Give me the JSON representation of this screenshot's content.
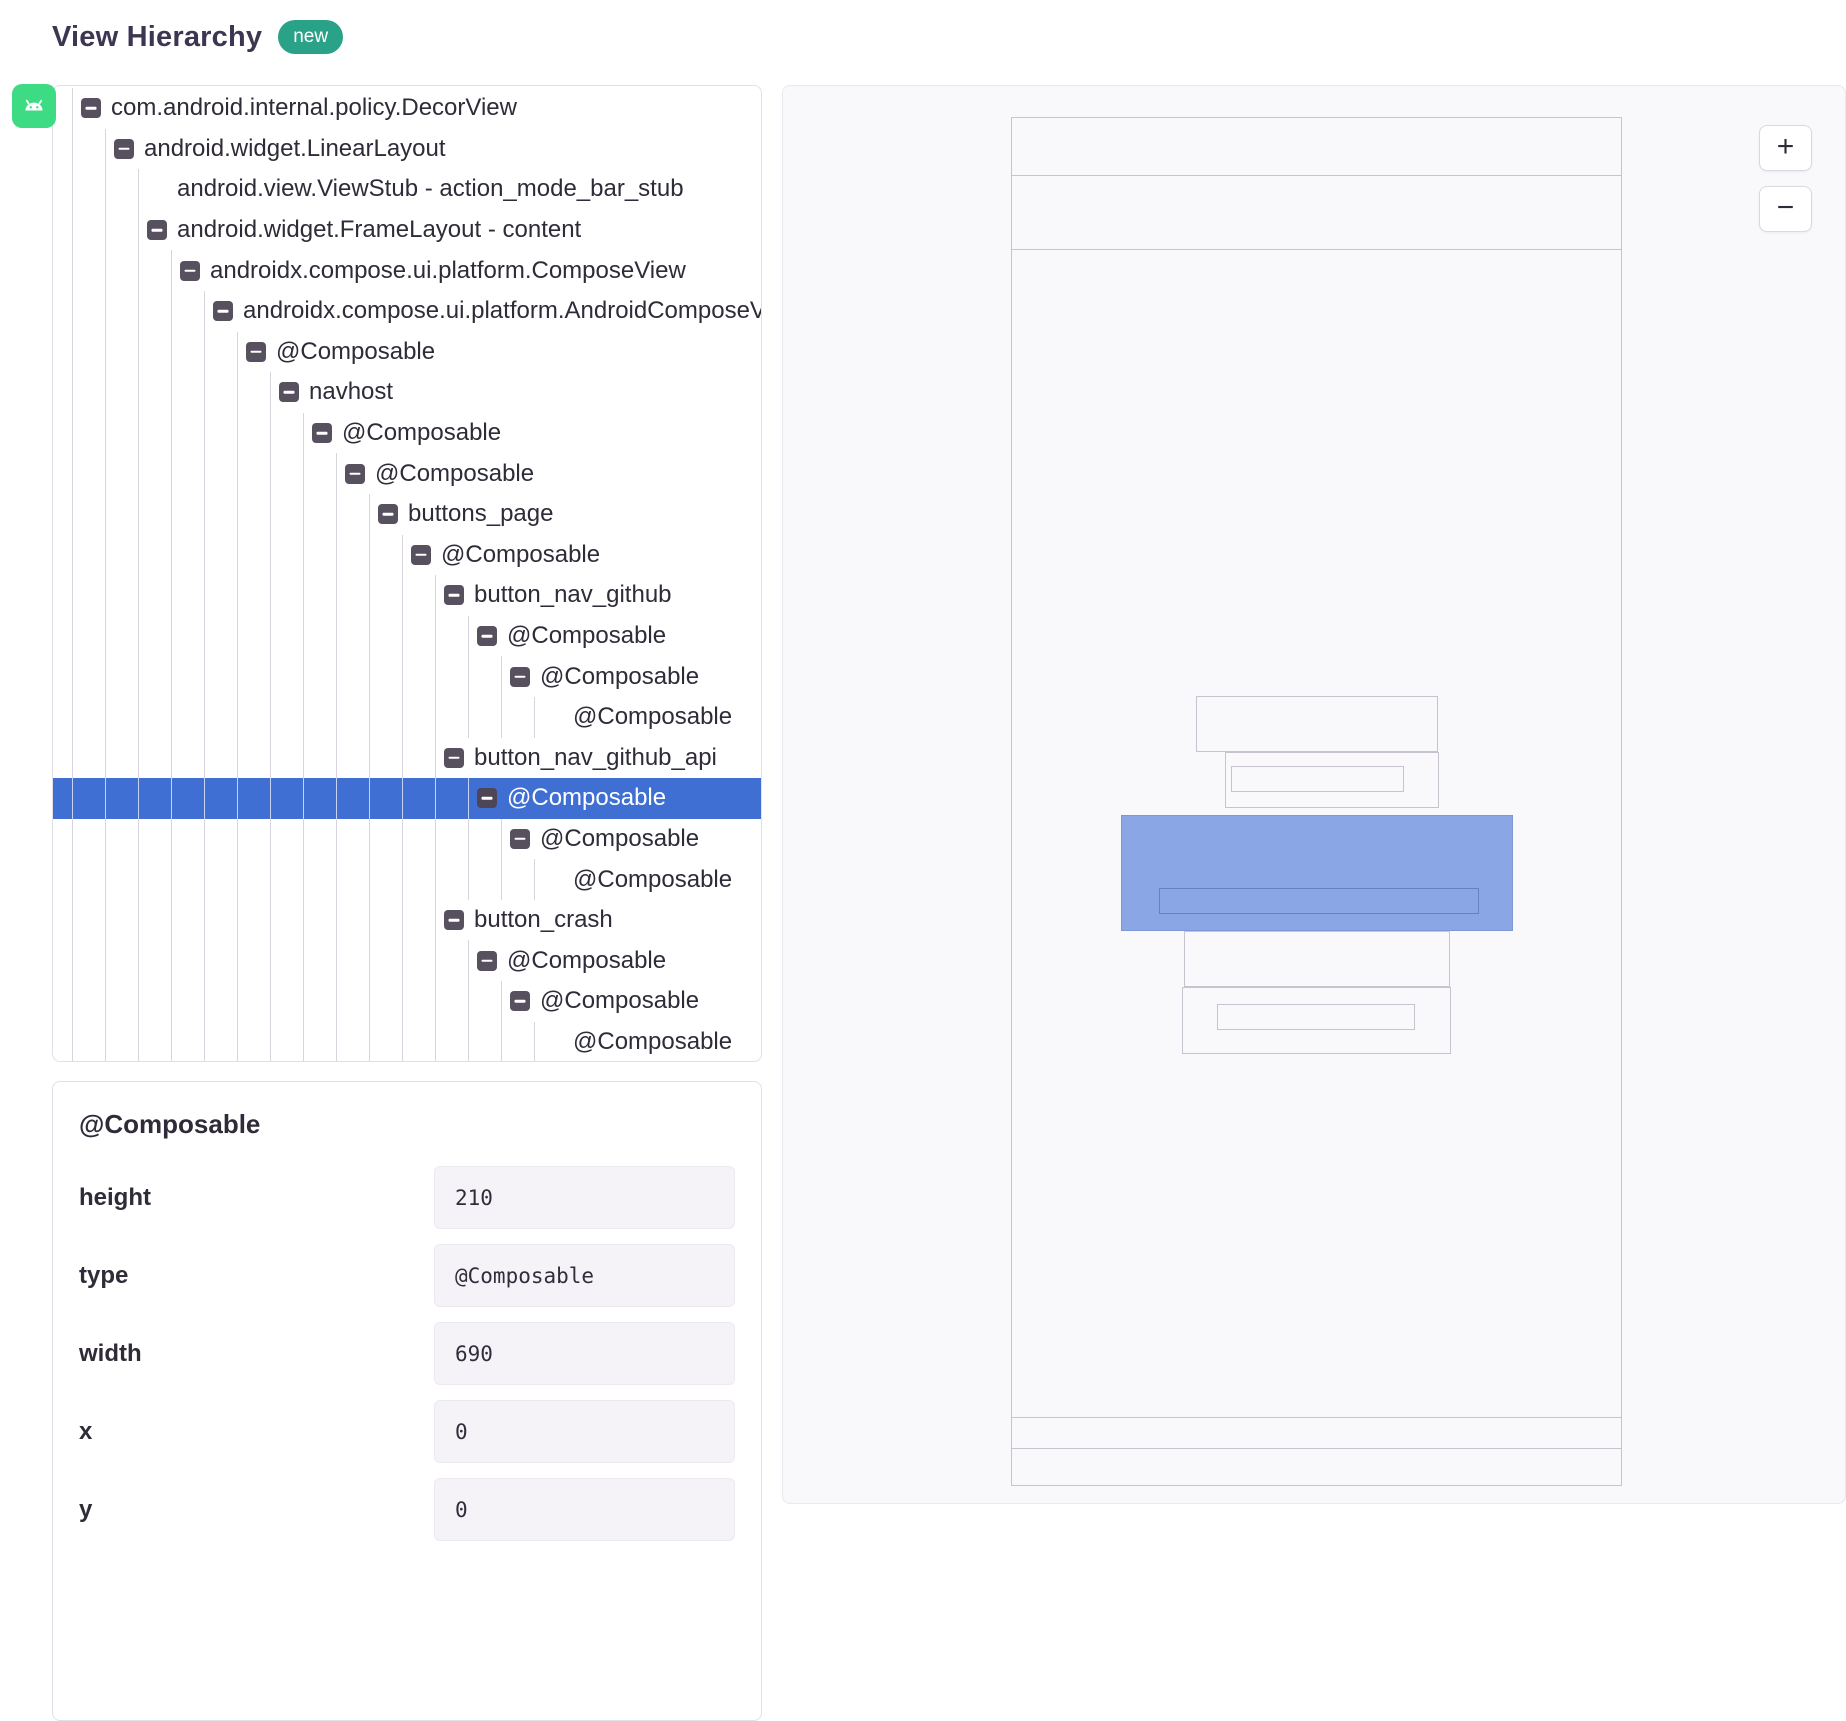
{
  "header": {
    "title": "View Hierarchy",
    "badge": "new"
  },
  "tree": {
    "nodes": [
      {
        "label": "com.android.internal.policy.DecorView",
        "level": 0,
        "collapser": true,
        "selected": false
      },
      {
        "label": "android.widget.LinearLayout",
        "level": 1,
        "collapser": true,
        "selected": false
      },
      {
        "label": "android.view.ViewStub - action_mode_bar_stub",
        "level": 2,
        "collapser": false,
        "selected": false
      },
      {
        "label": "android.widget.FrameLayout - content",
        "level": 2,
        "collapser": true,
        "selected": false
      },
      {
        "label": "androidx.compose.ui.platform.ComposeView",
        "level": 3,
        "collapser": true,
        "selected": false
      },
      {
        "label": "androidx.compose.ui.platform.AndroidComposeView",
        "level": 4,
        "collapser": true,
        "selected": false
      },
      {
        "label": "@Composable",
        "level": 5,
        "collapser": true,
        "selected": false
      },
      {
        "label": "navhost",
        "level": 6,
        "collapser": true,
        "selected": false
      },
      {
        "label": "@Composable",
        "level": 7,
        "collapser": true,
        "selected": false
      },
      {
        "label": "@Composable",
        "level": 8,
        "collapser": true,
        "selected": false
      },
      {
        "label": "buttons_page",
        "level": 9,
        "collapser": true,
        "selected": false
      },
      {
        "label": "@Composable",
        "level": 10,
        "collapser": true,
        "selected": false
      },
      {
        "label": "button_nav_github",
        "level": 11,
        "collapser": true,
        "selected": false
      },
      {
        "label": "@Composable",
        "level": 12,
        "collapser": true,
        "selected": false
      },
      {
        "label": "@Composable",
        "level": 13,
        "collapser": true,
        "selected": false
      },
      {
        "label": "@Composable",
        "level": 14,
        "collapser": false,
        "selected": false
      },
      {
        "label": "button_nav_github_api",
        "level": 11,
        "collapser": true,
        "selected": false
      },
      {
        "label": "@Composable",
        "level": 12,
        "collapser": true,
        "selected": true
      },
      {
        "label": "@Composable",
        "level": 13,
        "collapser": true,
        "selected": false
      },
      {
        "label": "@Composable",
        "level": 14,
        "collapser": false,
        "selected": false
      },
      {
        "label": "button_crash",
        "level": 11,
        "collapser": true,
        "selected": false
      },
      {
        "label": "@Composable",
        "level": 12,
        "collapser": true,
        "selected": false
      },
      {
        "label": "@Composable",
        "level": 13,
        "collapser": true,
        "selected": false
      },
      {
        "label": "@Composable",
        "level": 14,
        "collapser": false,
        "selected": false
      }
    ]
  },
  "details": {
    "title": "@Composable",
    "fields": [
      {
        "label": "height",
        "value": "210"
      },
      {
        "label": "type",
        "value": "@Composable"
      },
      {
        "label": "width",
        "value": "690"
      },
      {
        "label": "x",
        "value": "0"
      },
      {
        "label": "y",
        "value": "0"
      }
    ]
  },
  "viewer": {
    "zoom_in_label": "+",
    "zoom_out_label": "−"
  },
  "colors": {
    "selection_blue": "#3f6fd2",
    "wireframe_highlight": "#8aa6e4",
    "badge_teal": "#2aa287",
    "android_green": "#3ddc84",
    "wireframe_line": "#c8c3cf"
  }
}
